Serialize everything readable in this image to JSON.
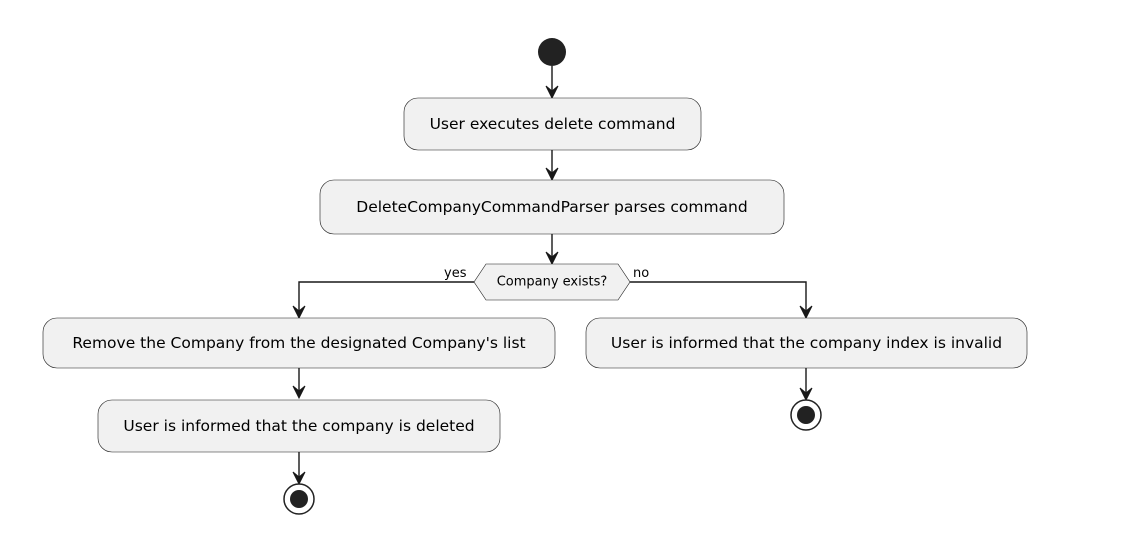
{
  "diagram": {
    "actions": {
      "execute": "User executes delete command",
      "parse": "DeleteCompanyCommandParser parses command",
      "remove": "Remove the Company from the designated Company's list",
      "informed_deleted": "User is informed that the company is deleted",
      "informed_invalid": "User is informed that the company index is invalid"
    },
    "decision": {
      "question": "Company exists?",
      "yes_label": "yes",
      "no_label": "no"
    },
    "colors": {
      "node_fill": "#f1f1f1",
      "stroke": "#181818",
      "start_fill": "#222222"
    }
  }
}
